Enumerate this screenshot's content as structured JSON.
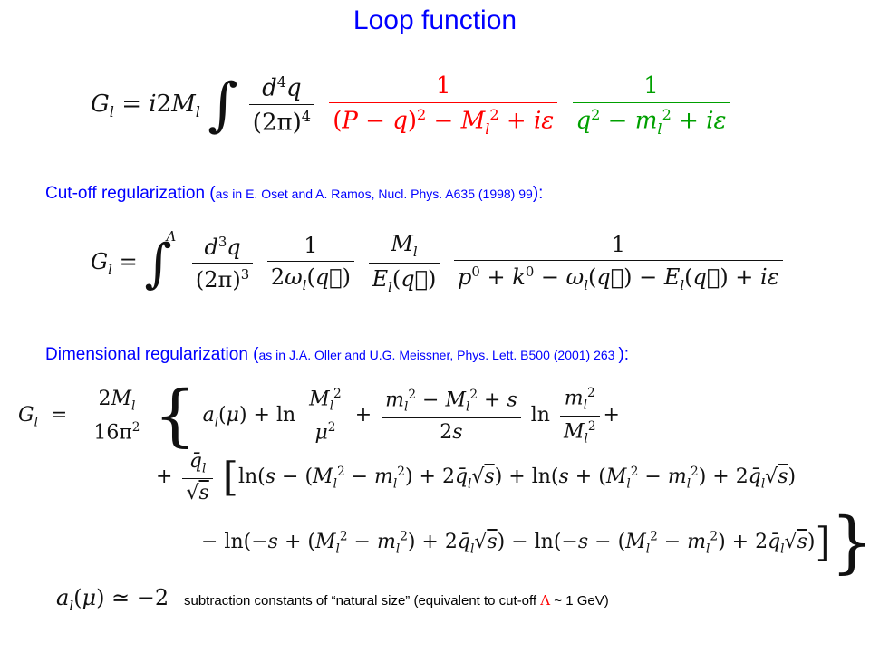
{
  "slide": {
    "title": "Loop function",
    "cutoff_label_main": "Cut-off regularization (",
    "cutoff_label_ref": "as in E. Oset and A. Ramos, Nucl. Phys. A635 (1998) 99",
    "cutoff_label_close": "):",
    "dimreg_label_main": "Dimensional regularization (",
    "dimreg_label_ref": "as in J.A. Oller and U.G. Meissner, Phys. Lett. B500 (2001) 263 ",
    "dimreg_label_close": "):",
    "footnote_arrow": "",
    "footnote_text": " subtraction constants of “natural size” (equivalent to cut-off ",
    "footnote_lambda": "Λ",
    "footnote_tail": " ~ 1 GeV)"
  },
  "colors": {
    "title": "#0000ff",
    "labels": "#0000ff",
    "heavy_propagator": "#ff0000",
    "light_propagator": "#00a000"
  }
}
